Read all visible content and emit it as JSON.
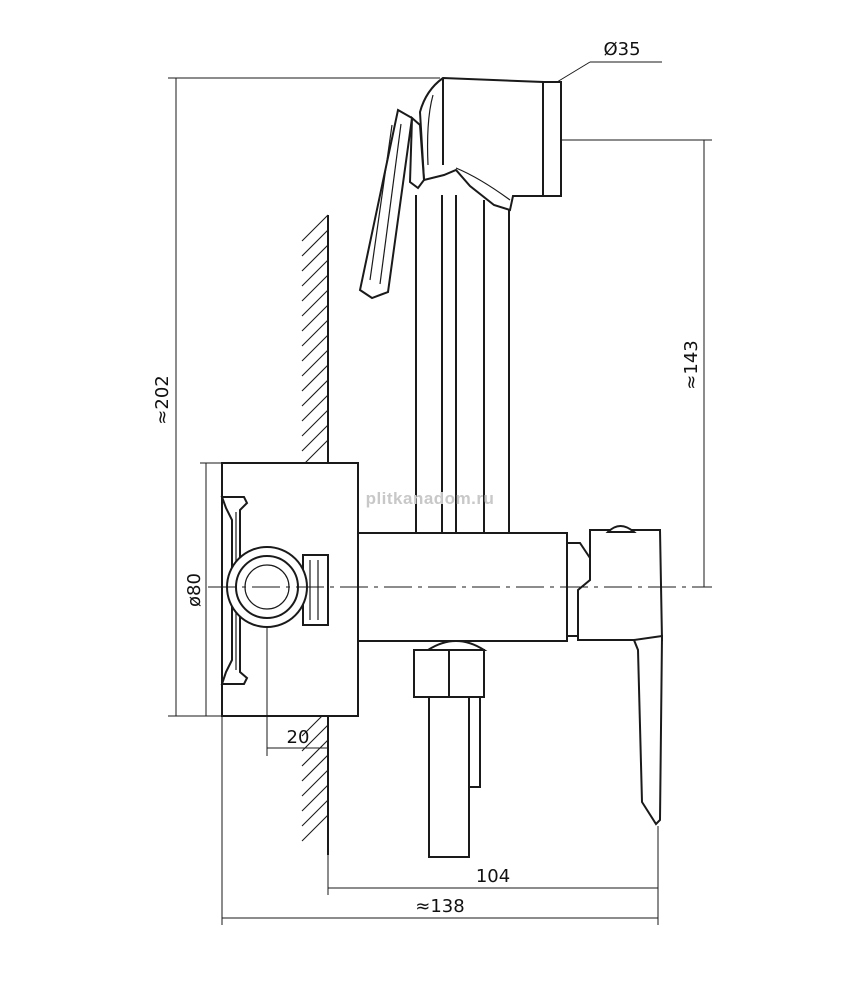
{
  "dimensions": {
    "d35": "Ø35",
    "h202": "≈202",
    "h143": "≈143",
    "d80": "ø80",
    "w20": "20",
    "w104": "104",
    "w138": "≈138"
  },
  "watermark": "plitkanadom.ru",
  "colors": {
    "line": "#1a1a1a",
    "background": "#ffffff",
    "watermark": "#c8c8c8"
  }
}
